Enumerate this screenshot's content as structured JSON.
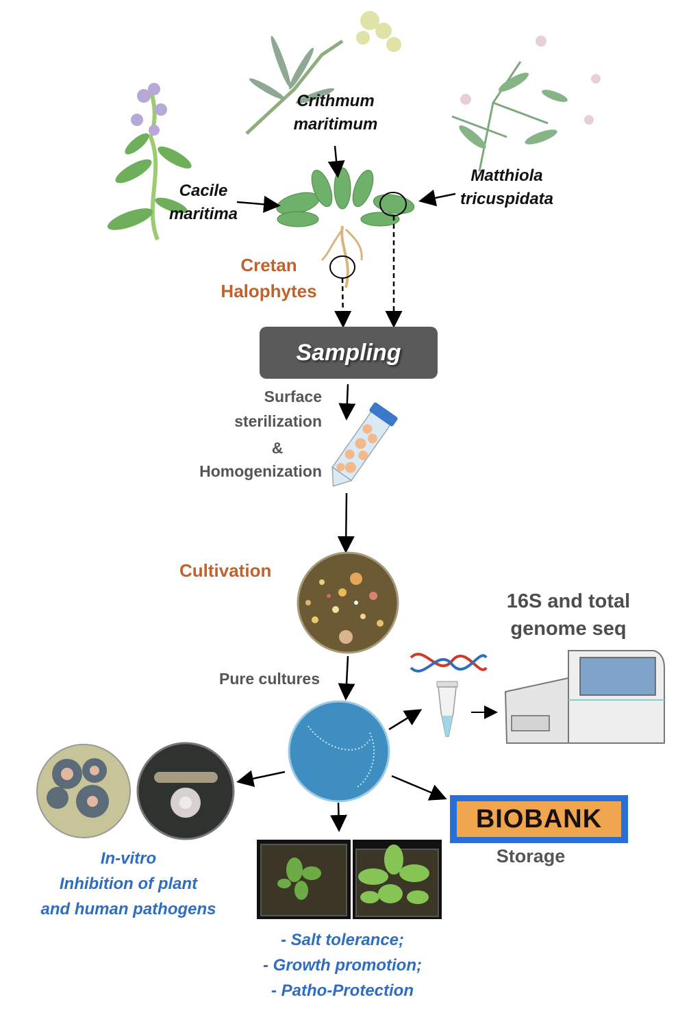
{
  "plants": {
    "crithmum": {
      "line1": "Crithmum",
      "line2": "maritimum"
    },
    "cacile": {
      "line1": "Cacile",
      "line2": "maritima"
    },
    "matthiola": {
      "line1": "Matthiola",
      "line2": "tricuspidata"
    }
  },
  "halophytes": {
    "line1": "Cretan",
    "line2": "Halophytes"
  },
  "sampling": {
    "label": "Sampling"
  },
  "processing": {
    "line1": "Surface",
    "line2": "sterilization",
    "line3": "&",
    "line4": "Homogenization"
  },
  "cultivation": {
    "label": "Cultivation"
  },
  "pure_cultures": {
    "label": "Pure cultures"
  },
  "sequencing": {
    "line1": "16S and total",
    "line2": "genome seq"
  },
  "invitro": {
    "line1": "In-vitro",
    "line2": "Inhibition of plant",
    "line3": "and human pathogens"
  },
  "plant_assays": {
    "line1": "- Salt tolerance;",
    "line2": "- Growth promotion;",
    "line3": "- Patho-Protection"
  },
  "biobank": {
    "logo": "BIOBANK",
    "label": "Storage"
  },
  "colors": {
    "orange": "#c0622b",
    "blue": "#2f6dbf",
    "gray": "#555555",
    "box": "#5a5a5a"
  }
}
